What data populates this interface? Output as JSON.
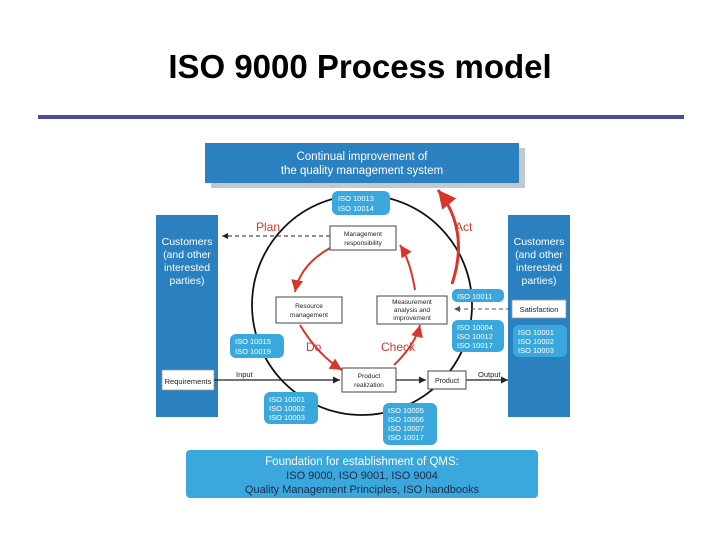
{
  "slide": {
    "title": "ISO 9000 Process model"
  },
  "diagram": {
    "top_banner": [
      "Continual improvement of",
      "the quality management system"
    ],
    "bottom_banner": [
      "Foundation for establishment of QMS:",
      "ISO 9000, ISO 9001, ISO 9004",
      "Quality Management Principles, ISO handbooks"
    ],
    "customers_left": [
      "Customers",
      "(and other",
      "interested",
      "parties)"
    ],
    "customers_right": [
      "Customers",
      "(and other",
      "interested",
      "parties)"
    ],
    "requirements": "Requirements",
    "satisfaction": "Satisfaction",
    "input": "Input",
    "output": "Output",
    "product": "Product",
    "management_responsibility": [
      "Management",
      "responsibility"
    ],
    "resource_management": [
      "Resource",
      "management"
    ],
    "measurement": [
      "Measurement",
      "analysis and",
      "improvement"
    ],
    "product_realization": [
      "Product",
      "realization"
    ],
    "cycle": {
      "plan": "Plan",
      "do": "Do",
      "check": "Check",
      "act": "Act"
    },
    "iso_tags": {
      "top": [
        "ISO 10013",
        "ISO 10014"
      ],
      "right_upper": [
        "ISO 10011"
      ],
      "right_mid": [
        "ISO 10004",
        "ISO 10012",
        "ISO 10017"
      ],
      "right_customer": [
        "ISO 10001",
        "ISO 10002",
        "ISO 10003"
      ],
      "left_mid": [
        "ISO 10015",
        "ISO 10019"
      ],
      "bottom_left": [
        "ISO 10001",
        "ISO 10002",
        "ISO 10003"
      ],
      "bottom_center": [
        "ISO 10005",
        "ISO 10006",
        "ISO 10007",
        "ISO 10017"
      ]
    },
    "colors": {
      "blue_dark": "#2b80bf",
      "blue_light": "#3aa8dc",
      "red": "#d9362b",
      "rule": "#4a4c9e"
    }
  }
}
